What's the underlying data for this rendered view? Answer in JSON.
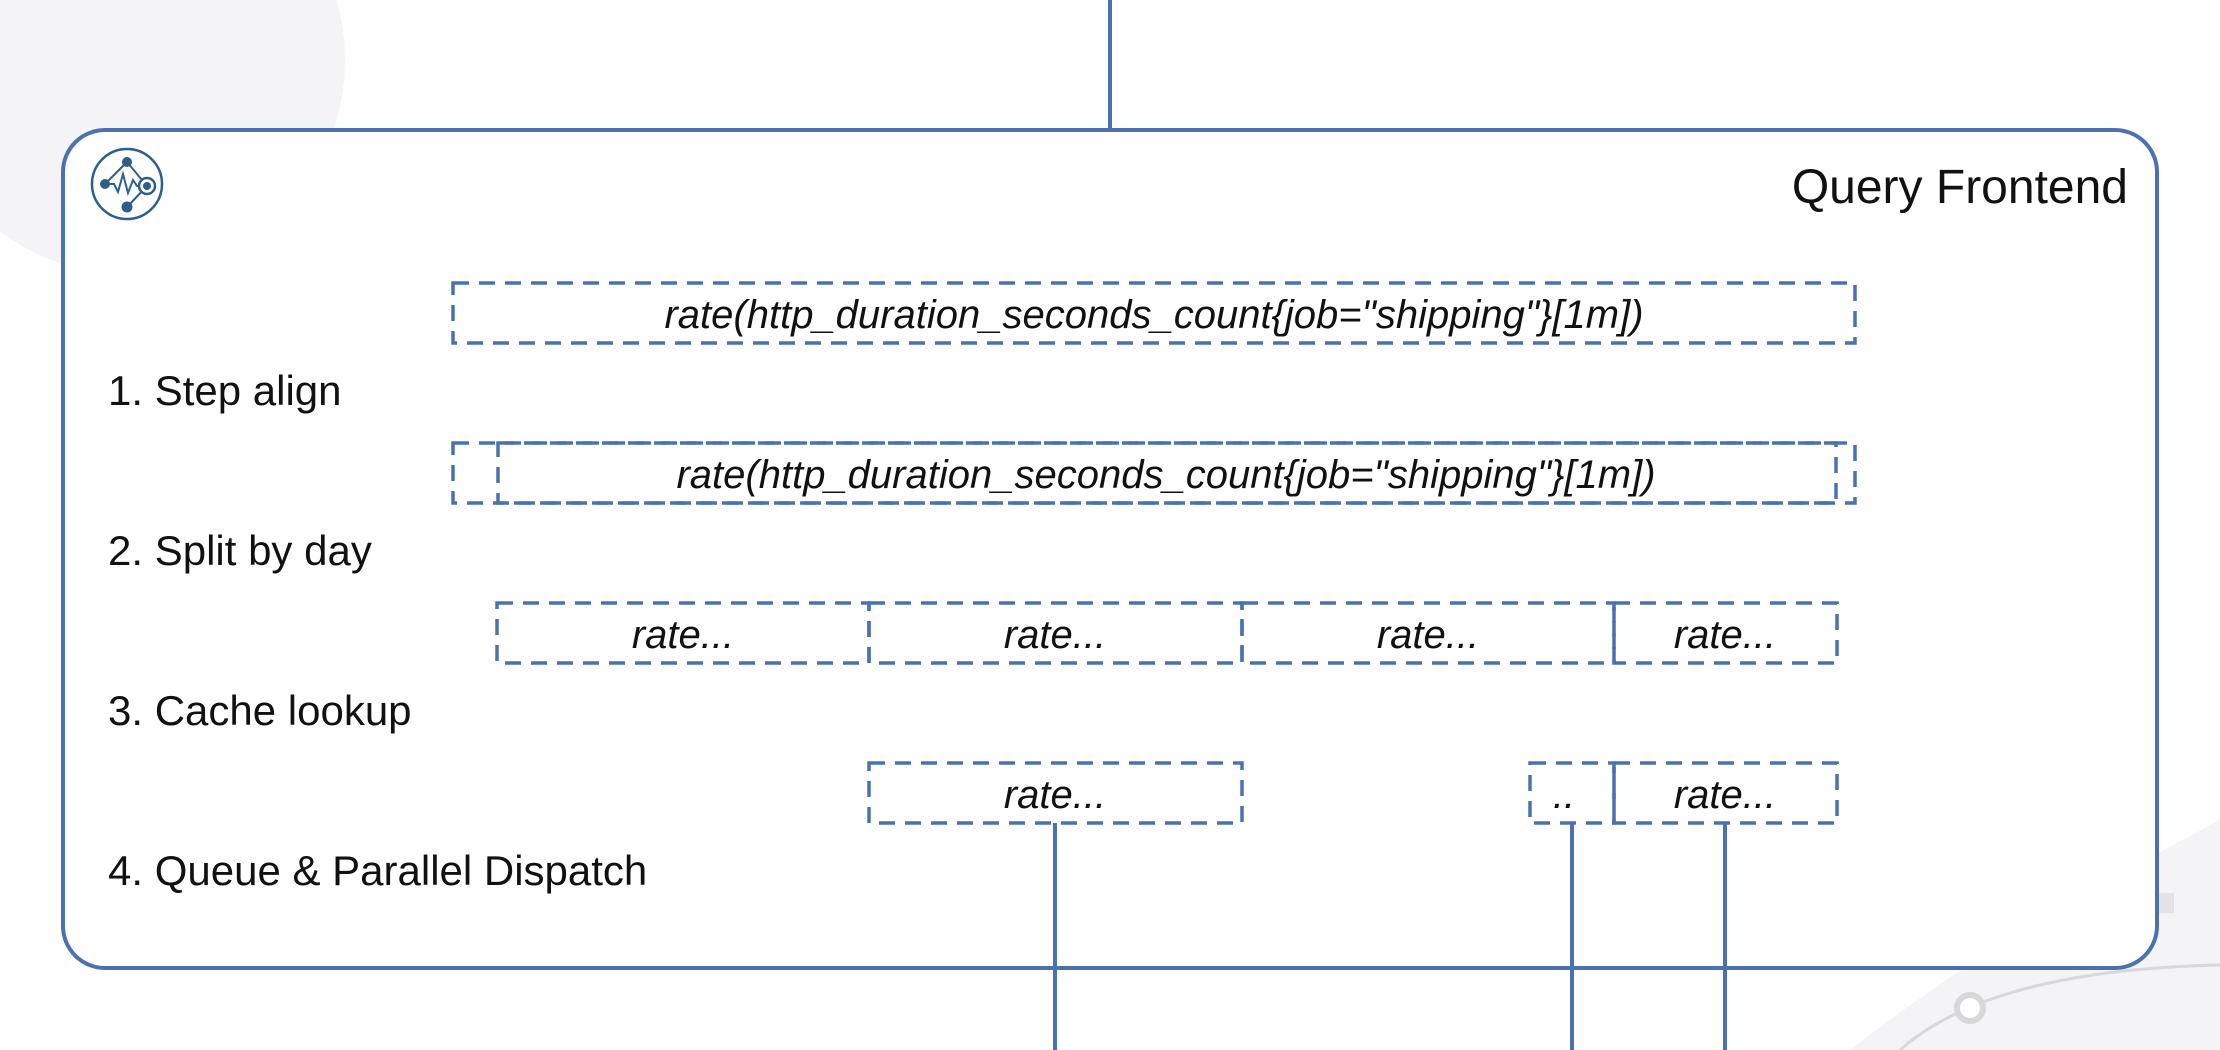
{
  "diagram": {
    "title": "Query Frontend",
    "logo_icon": "grafana-cortex-logo-icon",
    "colors": {
      "frame": "#4a72b0",
      "text": "#111111",
      "background_shape": "#f4f4f6"
    },
    "steps": [
      "1. Step align",
      "2. Split by day",
      "3. Cache lookup",
      "4. Queue & Parallel Dispatch"
    ],
    "queries": {
      "original": "rate(http_duration_seconds_count{job=\"shipping\"}[1m])",
      "aligned": "rate(http_duration_seconds_count{job=\"shipping\"}[1m])",
      "split": [
        "rate...",
        "rate...",
        "rate...",
        "rate..."
      ],
      "cache_misses": [
        "rate...",
        "..",
        "rate..."
      ]
    }
  }
}
